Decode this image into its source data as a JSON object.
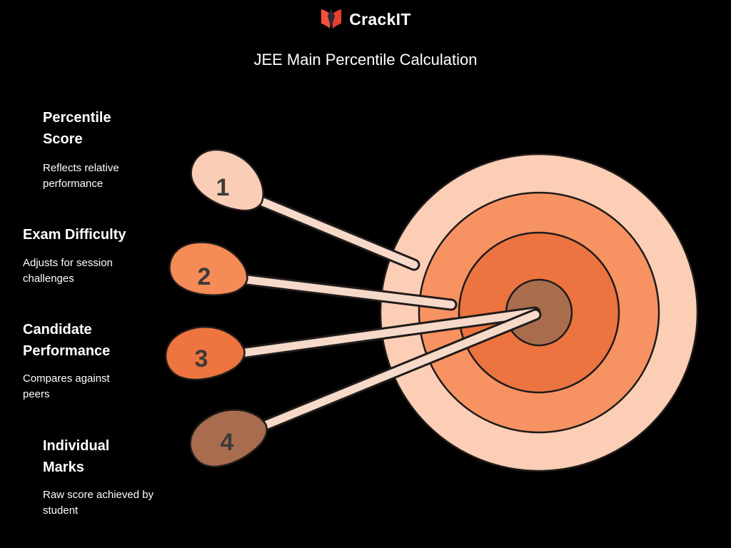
{
  "header": {
    "brand": "CrackIT",
    "title": "JEE Main Percentile Calculation"
  },
  "factors": [
    {
      "num": "1",
      "title": "Percentile Score",
      "desc": "Reflects relative performance",
      "color": "#f9cdb6"
    },
    {
      "num": "2",
      "title": "Exam Difficulty",
      "desc": "Adjusts for session challenges",
      "color": "#f58b57"
    },
    {
      "num": "3",
      "title": "Candidate Performance",
      "desc": "Compares against peers",
      "color": "#ee7440"
    },
    {
      "num": "4",
      "title": "Individual Marks",
      "desc": "Raw score achieved by student",
      "color": "#a96c4e"
    }
  ],
  "target": {
    "ring_colors": [
      "#fbceb5",
      "#f79263",
      "#ec7440",
      "#a96d4e"
    ]
  },
  "colors": {
    "background": "#000000",
    "text": "#ffffff",
    "number": "#3e3a38",
    "connector": "#f6d9c9",
    "outline": "#1f1b1a",
    "brand_red": "#e8402e",
    "brand_orange": "#f4503a"
  }
}
